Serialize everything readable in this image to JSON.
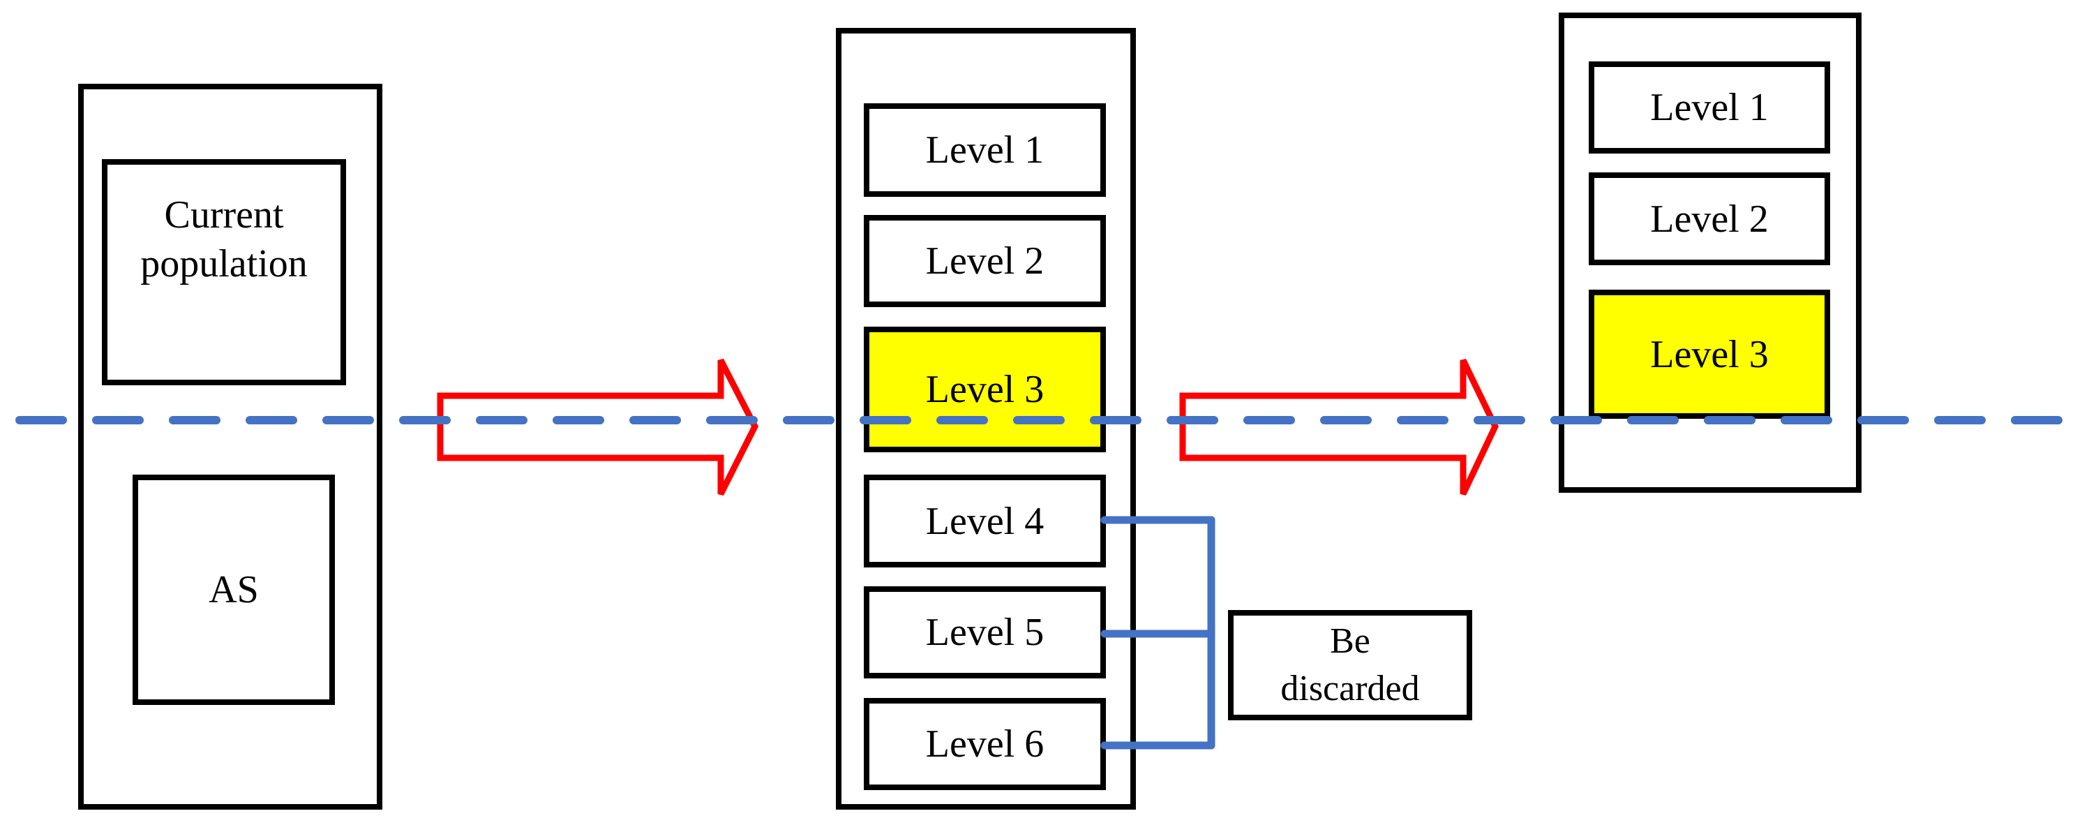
{
  "colors": {
    "black": "#000000",
    "blue": "#4472C4",
    "red": "#FF0000",
    "yellow": "#FFFF00"
  },
  "left_panel": {
    "current_population_label": "Current population",
    "as_label": "AS"
  },
  "middle_panel": {
    "levels": [
      {
        "label": "Level 1",
        "highlighted": false
      },
      {
        "label": "Level 2",
        "highlighted": false
      },
      {
        "label": "Level 3",
        "highlighted": true
      },
      {
        "label": "Level 4",
        "highlighted": false
      },
      {
        "label": "Level 5",
        "highlighted": false
      },
      {
        "label": "Level 6",
        "highlighted": false
      }
    ]
  },
  "right_panel": {
    "levels": [
      {
        "label": "Level 1",
        "highlighted": false
      },
      {
        "label": "Level 2",
        "highlighted": false
      },
      {
        "label": "Level 3",
        "highlighted": true
      }
    ]
  },
  "discard_note": {
    "line1": "Be",
    "line2": "discarded"
  }
}
